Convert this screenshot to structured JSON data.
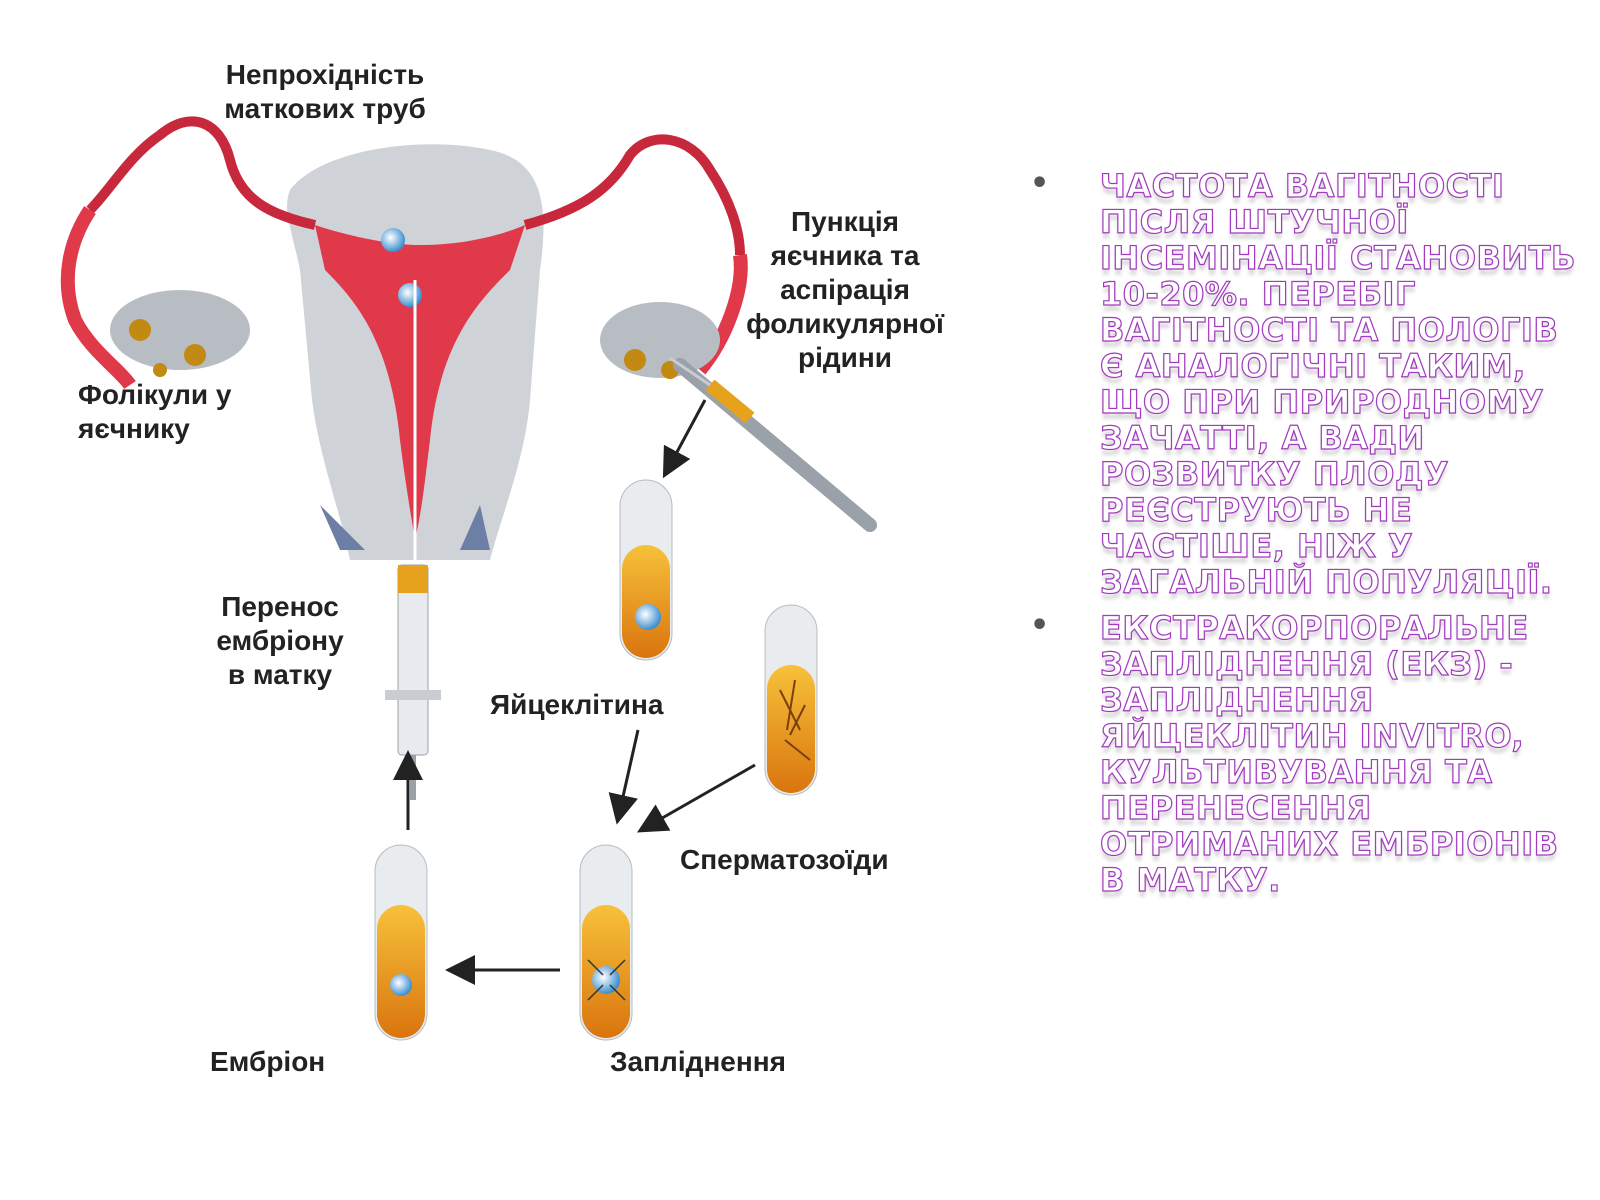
{
  "diagram": {
    "labels": {
      "tubes": "Непрохідність\nматкових труб",
      "follicles": "Фолікули у\nяєчнику",
      "puncture": "Пункція\nяєчника та\nаспірація\nфоликулярної\nрідини",
      "transfer": "Перенос\nембріону\nв матку",
      "egg": "Яйцеклітина",
      "sperm": "Сперматозоїди",
      "embryo": "Ембріон",
      "fertilization": "Запліднення"
    }
  },
  "bullets": [
    "Частота вагітності після штучної інсемінації становить 10-20%. Перебіг вагітності та пологів є аналогічні таким, що при природному зачатті, а вади розвитку плоду реєструють не частіше, ніж у загальній популяції.",
    "Екстракорпоральне запліднення (ЕКЗ) - запліднення яйцеклітин invitro, культивування та перенесення отриманих ембріонів в матку."
  ],
  "colors": {
    "bullet_text_outline": "#a23bbf",
    "uterus_body": "#cfd3d8",
    "uterus_tissue": "#e0394a",
    "tube_fluid": "#f0a21a"
  },
  "icons": [
    "uterus-illustration",
    "syringe-icon",
    "test-tube-icon",
    "arrow-icon",
    "egg-cell-icon"
  ]
}
